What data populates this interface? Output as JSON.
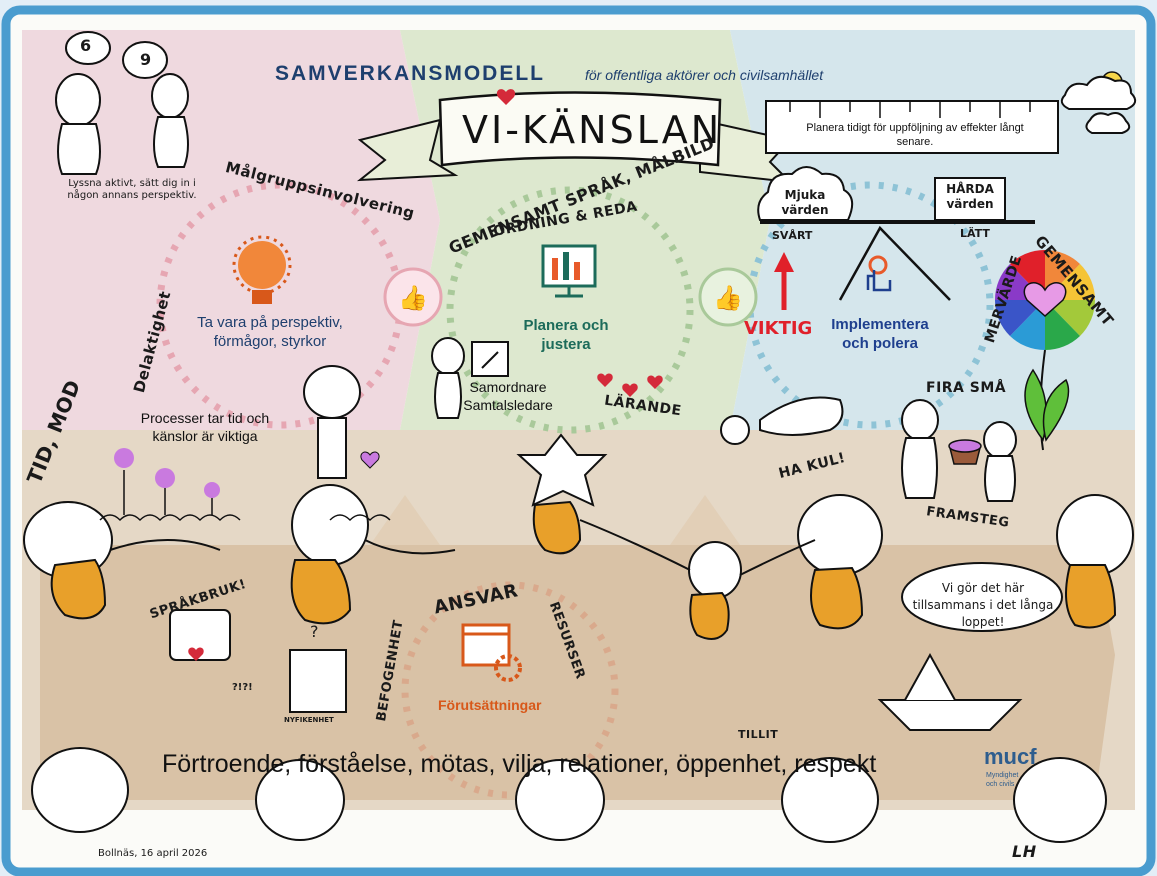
{
  "header": {
    "title": "SAMVERKANSMODELL",
    "subtitle": "för offentliga aktörer och civilsamhället"
  },
  "banner": {
    "text": "VI-KÄNSLAN"
  },
  "ruler": {
    "text": "Planera tidigt för uppföljning av effekter långt senare."
  },
  "left_section": {
    "top_note": "Lyssna aktivt, sätt dig in i någon annans perspektiv.",
    "bubble_1": "6",
    "bubble_2": "9",
    "circle_label_top": "Målgruppsinvolvering",
    "circle_label_side": "Delaktighet",
    "main_text": "Ta vara på perspektiv, förmågor, styrkor",
    "process_text": "Processer tar tid och känslor är viktiga",
    "side_label": "TID, MOD"
  },
  "middle_section": {
    "arc_line_1": "GEMENSAMT SPRÅK, MÅLBILD",
    "arc_line_2": "ORDNING & REDA",
    "main_text": "Planera och justera",
    "coordinator_text": "Samordnare Samtalsledare",
    "learning": "LÄRANDE"
  },
  "right_section": {
    "soft_values": "Mjuka värden",
    "soft_sub": "SVÅRT",
    "hard_values": "HÅRDA värden",
    "hard_sub": "LÄTT",
    "important": "VIKTIG",
    "main_text": "Implementera och polera",
    "wheel_top": "GEMENSAMT",
    "wheel_side": "MERVÄRDE",
    "celebrate": "FIRA SMÅ",
    "progress": "FRAMSTEG",
    "fun": "HA KUL!"
  },
  "bottom_section": {
    "language": "SPRÅKBRUK!",
    "new_thinking": "NYFIKENHET",
    "question": "?",
    "speech_dots": "?!?!",
    "responsibility": "ANSVAR",
    "mandate": "BEFOGENHET",
    "resources": "RESURSER",
    "prerequisites": "Förutsättningar",
    "trust": "TILLIT",
    "speech_bubble": "Vi gör det här tillsammans i det långa loppet!",
    "values_line": "Förtroende, förståelse, mötas, vilja, relationer, öppenhet, respekt"
  },
  "footer": {
    "place_date": "Bollnäs, 16 april 2026",
    "signature": "LH",
    "logo_text": "mucf",
    "logo_sub_1": "Myndighet",
    "logo_sub_2": "och civils"
  },
  "colors": {
    "frame": "#4a9ccf",
    "pink_zone": "#efd9df",
    "green_zone": "#dde8cf",
    "blue_zone": "#d5e6ec",
    "brown_zone": "#dcc9b2",
    "title_blue": "#1e3f6e",
    "accent_orange": "#e8a02a",
    "accent_red": "#e0202a"
  }
}
